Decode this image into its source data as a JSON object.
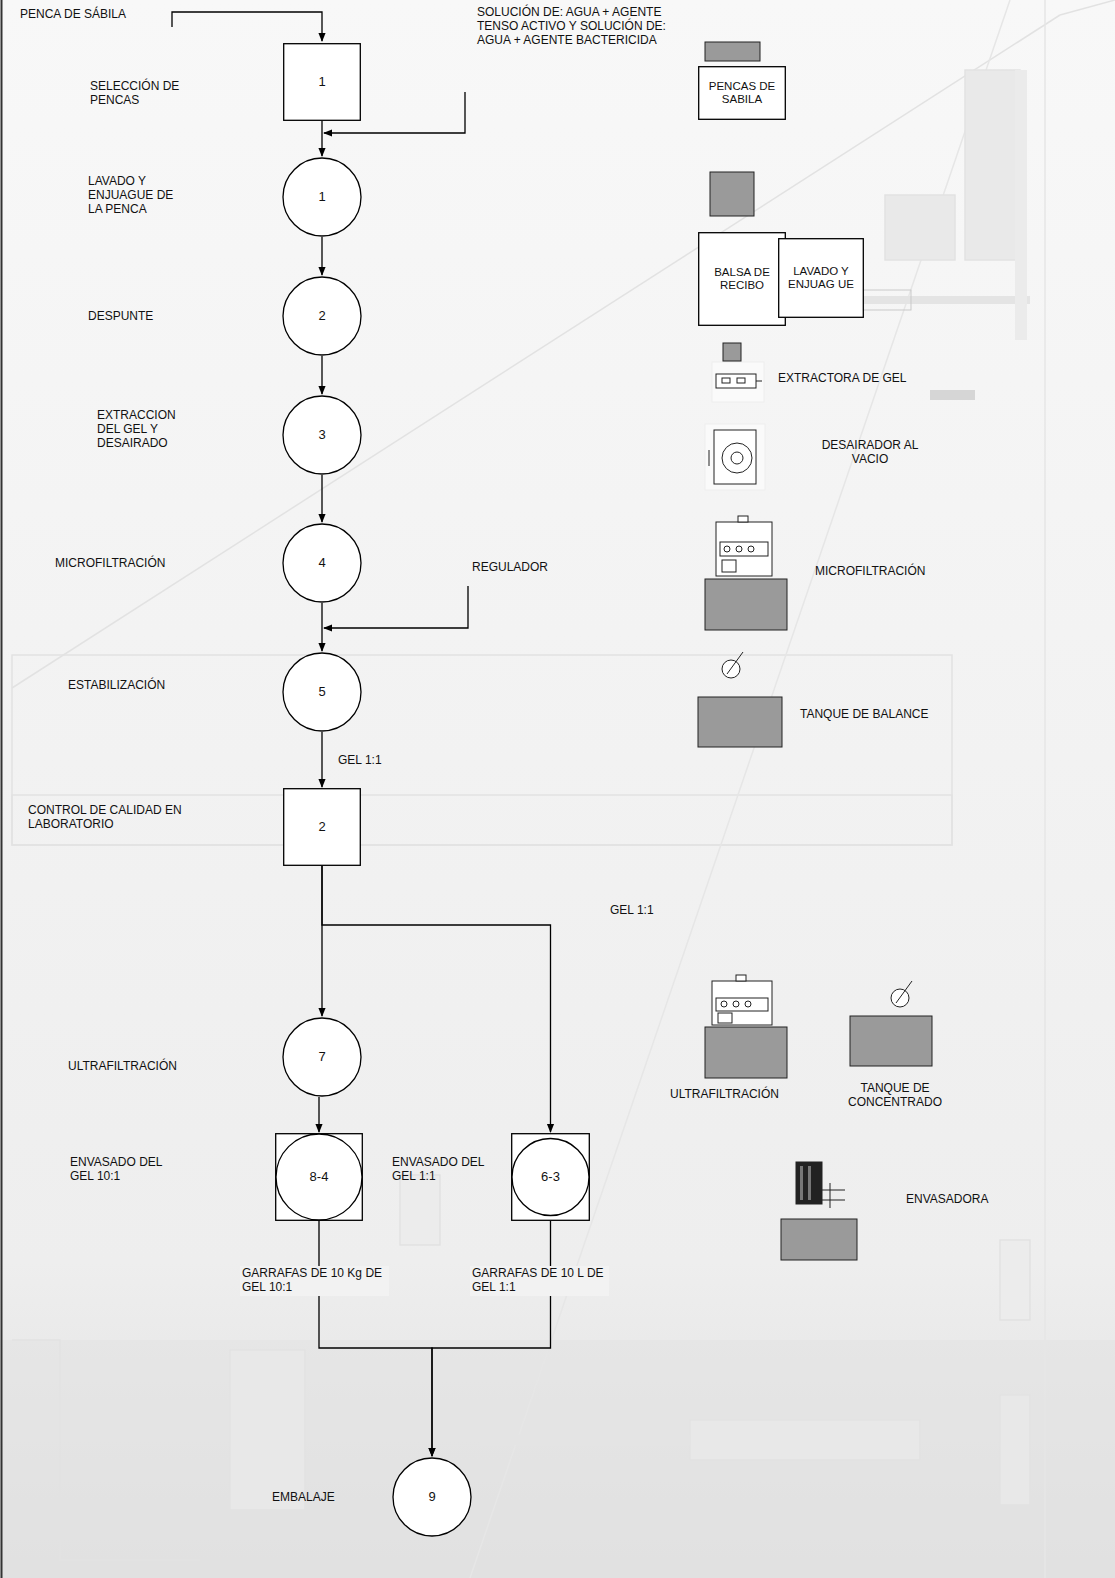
{
  "diagram": {
    "nodes": [
      {
        "text": [
          "SELECCIÓN DE PENCAS",
          "1"
        ]
      },
      {
        "text": [
          "LAVADO Y ENJUAGUE DE LA PENCA",
          "1"
        ]
      },
      {
        "text": [
          "DESPUNTE",
          "2"
        ]
      },
      {
        "text": [
          "EXTRACCION DEL GEL Y DESAIRADO",
          "3"
        ]
      },
      {
        "text": [
          "MICROFILTRACIÓN",
          "4"
        ]
      },
      {
        "text": [
          "ESTABILIZACIÓN",
          "5"
        ]
      },
      {
        "text": [
          "CONTROL DE CALIDAD EN LABORATORIO",
          "2"
        ]
      },
      {
        "text": [
          "ULTRAFILTRACIÓN",
          "7"
        ]
      },
      {
        "text": [
          "ENVASADO DEL GEL 10:1",
          "8-4"
        ]
      },
      {
        "text": [
          "ENVASADO DEL GEL 1:1",
          "6-3"
        ]
      },
      {
        "text": [
          "EMBALAJE",
          "9"
        ]
      },
      {
        "text": [
          "PENCAS DE SABILA"
        ]
      },
      {
        "text": [
          "BALSA DE RECIBO"
        ]
      },
      {
        "text": [
          "LAVADO Y ENJUAG UE"
        ]
      }
    ],
    "edges": [
      {
        "from": 0,
        "to": 1,
        "arrow": "to"
      },
      {
        "from": 1,
        "to": 2,
        "arrow": "to"
      },
      {
        "from": 2,
        "to": 3,
        "arrow": "to"
      },
      {
        "from": 3,
        "to": 4,
        "arrow": "to"
      },
      {
        "from": 4,
        "to": 5,
        "arrow": "to"
      },
      {
        "from": 5,
        "to": 6,
        "label": "GEL 1:1",
        "arrow": "to"
      },
      {
        "from": 6,
        "to": 7,
        "arrow": "to"
      },
      {
        "from": 6,
        "to": 9,
        "arrow": "to"
      },
      {
        "from": 7,
        "to": 8,
        "arrow": "to"
      },
      {
        "from": 8,
        "to": 10,
        "arrow": "to"
      },
      {
        "from": 9,
        "to": 10,
        "arrow": "to"
      }
    ],
    "labels": [
      "PENCA DE SÁBILA",
      "SOLUCIÓN DE: AGUA + AGENTE TENSO ACTIVO Y SOLUCIÓN DE: AGUA + AGENTE BACTERICIDA",
      "REGULADOR",
      "GEL 1:1",
      "GARRAFAS DE 10 Kg DE GEL 10:1",
      "GARRAFAS DE 10 L DE GEL 1:1",
      "EXTRACTORA DE GEL",
      "DESAIRADOR AL VACIO",
      "MICROFILTRACIÓN",
      "TANQUE DE BALANCE",
      "ULTRAFILTRACIÓN",
      "TANQUE DE CONCENTRADO",
      "ENVASADORA"
    ]
  }
}
